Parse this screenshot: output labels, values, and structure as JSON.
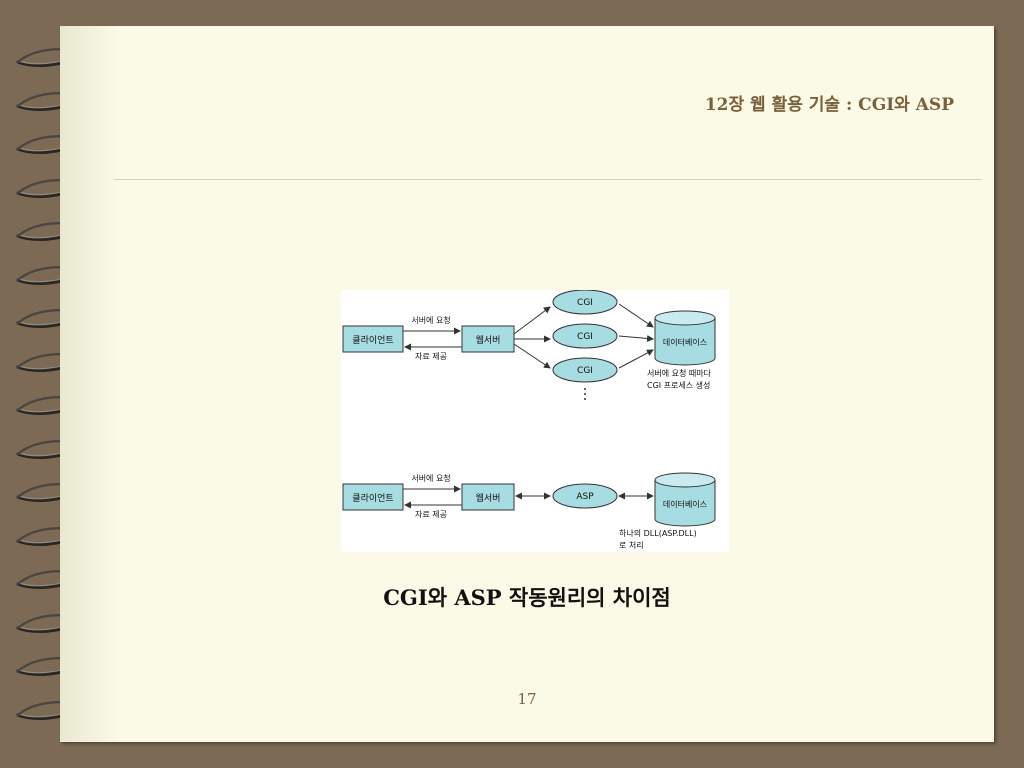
{
  "slide": {
    "title": "12장  웹 활용 기술 : CGI와 ASP",
    "caption": "CGI와 ASP 작동원리의 차이점",
    "page_number": "17"
  },
  "diagram": {
    "top": {
      "client": "클라이언트",
      "request": "서버에 요청",
      "response": "자료 제공",
      "webserver": "웹서버",
      "cgi_labels": [
        "CGI",
        "CGI",
        "CGI"
      ],
      "database": "데이터베이스",
      "note_line1": "서버에 요청 때마다",
      "note_line2": "CGI 프로세스 생성"
    },
    "bottom": {
      "client": "클라이언트",
      "request": "서버에 요청",
      "response": "자료 제공",
      "webserver": "웹서버",
      "asp": "ASP",
      "database": "데이터베이스",
      "note_line1": "하나의 DLL(ASP.DLL)",
      "note_line2": "로 처리"
    }
  },
  "colors": {
    "background": "#7c6a55",
    "paper": "#fafae6",
    "title": "#7b5f3a",
    "box_fill": "#a8dce3",
    "node_stroke": "#3a3a3a"
  }
}
